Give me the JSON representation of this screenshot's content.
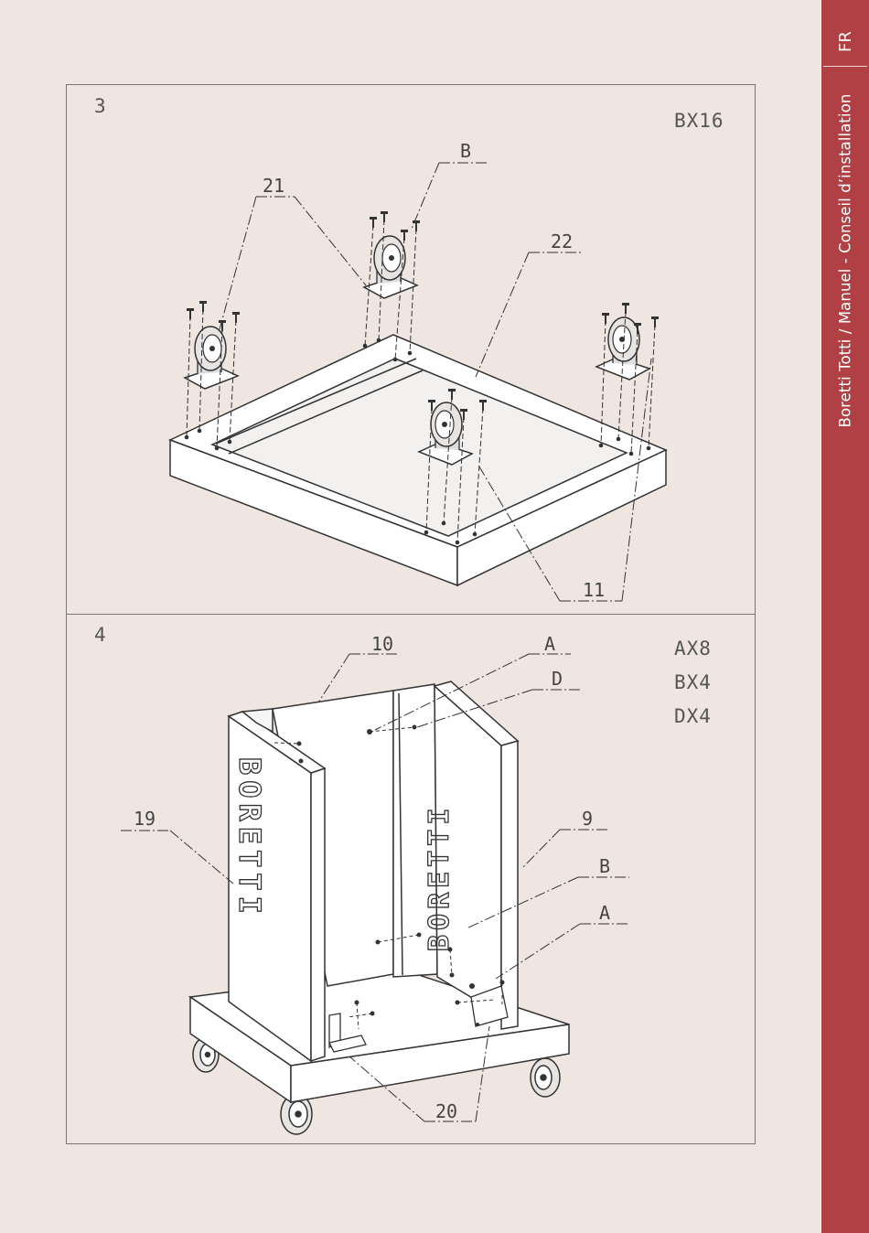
{
  "sidebar": {
    "language": "FR",
    "title": "Boretti Totti / Manuel - Conseil d’installation",
    "color": "#b04044"
  },
  "step3": {
    "number": "3",
    "parts": [
      "BX16"
    ],
    "callouts": {
      "b": "B",
      "n21": "21",
      "n22": "22",
      "n11": "11"
    }
  },
  "step4": {
    "number": "4",
    "parts": [
      "AX8",
      "BX4",
      "DX4"
    ],
    "callouts": {
      "n10": "10",
      "a_top": "A",
      "d": "D",
      "n19": "19",
      "n9": "9",
      "b": "B",
      "a_bottom": "A",
      "n20": "20"
    },
    "panel_lettering": "BORETTI"
  }
}
